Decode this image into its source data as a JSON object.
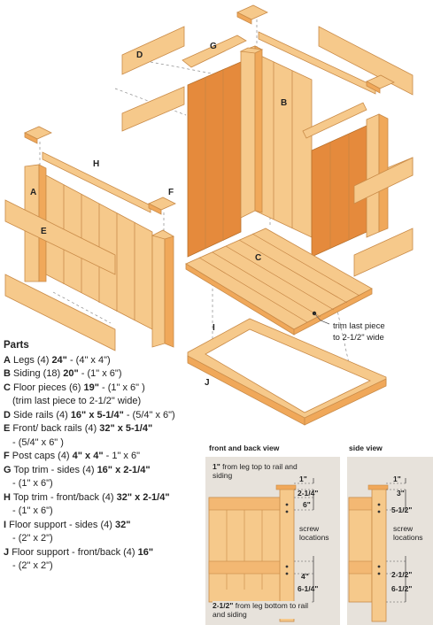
{
  "labels": {
    "A": "A",
    "B": "B",
    "C": "C",
    "D": "D",
    "E": "E",
    "F": "F",
    "G": "G",
    "H": "H",
    "I": "I",
    "J": "J"
  },
  "callout": {
    "line1": "trim last piece",
    "line2": "to 2-1/2\" wide"
  },
  "parts": {
    "title": "Parts",
    "items": [
      {
        "letter": "A",
        "desc": "Legs (4) ",
        "dim": "24\"",
        "extra": " - (4\" x 4\")",
        "cont": ""
      },
      {
        "letter": "B",
        "desc": "Siding (18) ",
        "dim": "20\"",
        "extra": " - (1\" x 6\")",
        "cont": ""
      },
      {
        "letter": "C",
        "desc": "Floor pieces (6) ",
        "dim": "19\"",
        "extra": " - (1\" x 6\" )",
        "cont": "(trim last piece to 2-1/2\" wide)"
      },
      {
        "letter": "D",
        "desc": "Side rails (4) ",
        "dim": "16\" x 5-1/4\"",
        "extra": " - (5/4\" x 6\")",
        "cont": ""
      },
      {
        "letter": "E",
        "desc": "Front/ back rails (4) ",
        "dim": "32\" x 5-1/4\"",
        "extra": "",
        "cont": "- (5/4\" x 6\" )"
      },
      {
        "letter": "F",
        "desc": "Post caps (4) ",
        "dim": "4\" x 4\"",
        "extra": " - 1\" x 6\"",
        "cont": ""
      },
      {
        "letter": "G",
        "desc": "Top trim - sides (4) ",
        "dim": "16\" x 2-1/4\"",
        "extra": "",
        "cont": "- (1\" x 6\")"
      },
      {
        "letter": "H",
        "desc": "Top trim - front/back (4) ",
        "dim": "32\" x 2-1/4\"",
        "extra": "",
        "cont": "- (1\" x 6\")"
      },
      {
        "letter": "I",
        "desc": "Floor support - sides (4) ",
        "dim": "32\"",
        "extra": "",
        "cont": "- (2\" x 2\")"
      },
      {
        "letter": "J",
        "desc": "Floor support - front/back (4) ",
        "dim": "16\"",
        "extra": "",
        "cont": "- (2\" x 2\")"
      }
    ]
  },
  "front_view": {
    "title": "front and back view",
    "note_top_bold": "1\"",
    "note_top_rest": " from leg top to rail and siding",
    "dim_1": "1\"",
    "dim_2_1_4": "2-1/4\"",
    "dim_6": "6\"",
    "screw_line1": "screw",
    "screw_line2": "locations",
    "dim_4": "4\"",
    "dim_6_1_4": "6-1/4\"",
    "note_bottom_bold": "2-1/2\"",
    "note_bottom_rest": " from leg bottom to rail and siding"
  },
  "side_view": {
    "title": "side view",
    "dim_1": "1\"",
    "dim_3": "3\"",
    "dim_5_1_2": "5-1/2\"",
    "screw_line1": "screw",
    "screw_line2": "locations",
    "dim_2_1_2": "2-1/2\"",
    "dim_6_1_2": "6-1/2\""
  },
  "colors": {
    "wood_light": "#f6c98b",
    "wood_mid": "#f0a85a",
    "wood_dark": "#e58a3c",
    "panel_bg": "#e7e2db"
  }
}
